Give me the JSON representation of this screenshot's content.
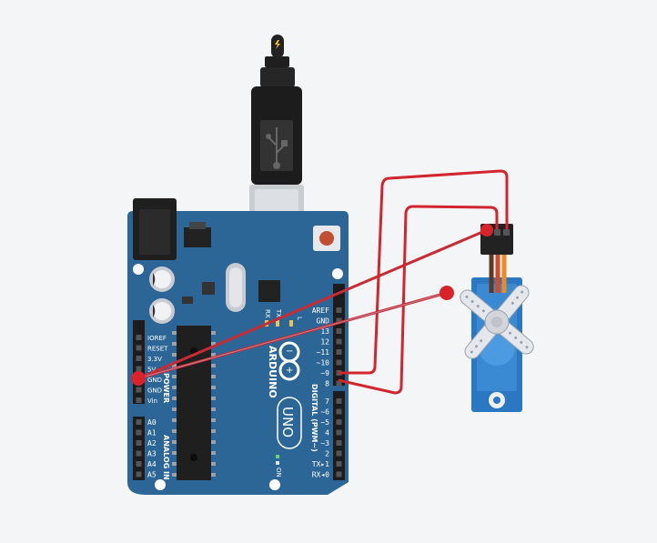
{
  "board": {
    "brand": "ARDUINO",
    "model": "UNO",
    "power_header_label": "POWER",
    "analog_header_label": "ANALOG IN",
    "digital_header_label": "DIGITAL (PWM~)",
    "power_pins": [
      "IOREF",
      "RESET",
      "3.3V",
      "5V",
      "GND",
      "GND",
      "Vin"
    ],
    "analog_pins": [
      "A0",
      "A1",
      "A2",
      "A3",
      "A4",
      "A5"
    ],
    "digital_top_pins": [
      "AREF",
      "GND",
      "13",
      "12",
      "~11",
      "~10",
      "~9",
      "8"
    ],
    "digital_bottom_pins": [
      "7",
      "~6",
      "~5",
      "4",
      "~3",
      "2",
      "TX▸1",
      "RX◂0"
    ],
    "led_tx": "TX",
    "led_rx": "RX",
    "led_l": "L",
    "on_label": "ON"
  },
  "colors": {
    "board": "#2c6696",
    "wire": "#d1262e",
    "background": "#f3f5f7",
    "servo": "#2b78c2"
  },
  "icons": {
    "usb": "usb-icon",
    "power_plug": "lightning-icon",
    "arduino_logo": "infinity-logo-icon"
  }
}
